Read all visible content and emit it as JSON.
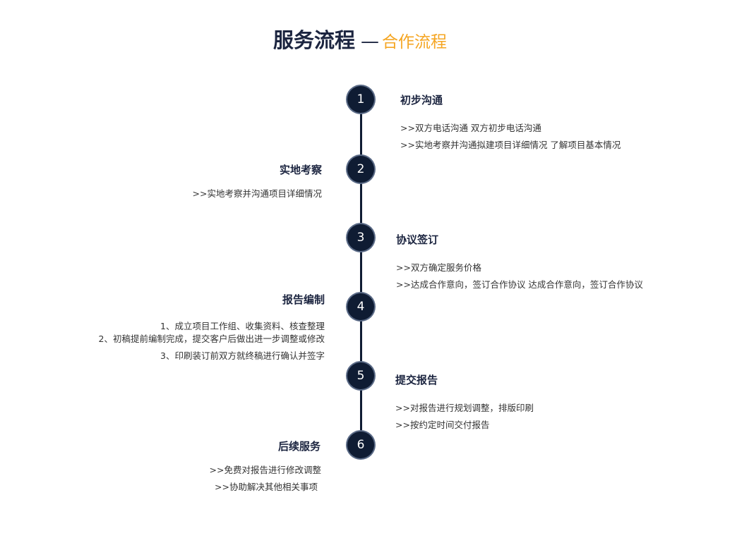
{
  "header": {
    "title_main": "服务流程",
    "title_dash": "—",
    "title_sub": "合作流程"
  },
  "colors": {
    "accent": "#f5a623",
    "navy": "#0f1c33"
  },
  "steps": [
    {
      "number": "1",
      "title": "初步沟通",
      "lines": [
        ">>双方电话沟通 双方初步电话沟通",
        ">>实地考察并沟通拟建项目详细情况 了解项目基本情况"
      ]
    },
    {
      "number": "2",
      "title": "实地考察",
      "lines": [
        ">>实地考察并沟通项目详细情况"
      ]
    },
    {
      "number": "3",
      "title": "协议签订",
      "lines": [
        ">>双方确定服务价格",
        ">>达成合作意向，签订合作协议 达成合作意向，签订合作协议"
      ]
    },
    {
      "number": "4",
      "title": "报告编制",
      "lines": [
        "1、成立项目工作组、收集资料、核查整理",
        "2、初稿提前编制完成，提交客户后做出进一步调整或修改",
        "3、印刷装订前双方就终稿进行确认并签字"
      ]
    },
    {
      "number": "5",
      "title": "提交报告",
      "lines": [
        ">>对报告进行规划调整，排版印刷",
        ">>按约定时间交付报告"
      ]
    },
    {
      "number": "6",
      "title": "后续服务",
      "lines": [
        ">>免费对报告进行修改调整",
        ">>协助解决其他相关事项"
      ]
    }
  ]
}
